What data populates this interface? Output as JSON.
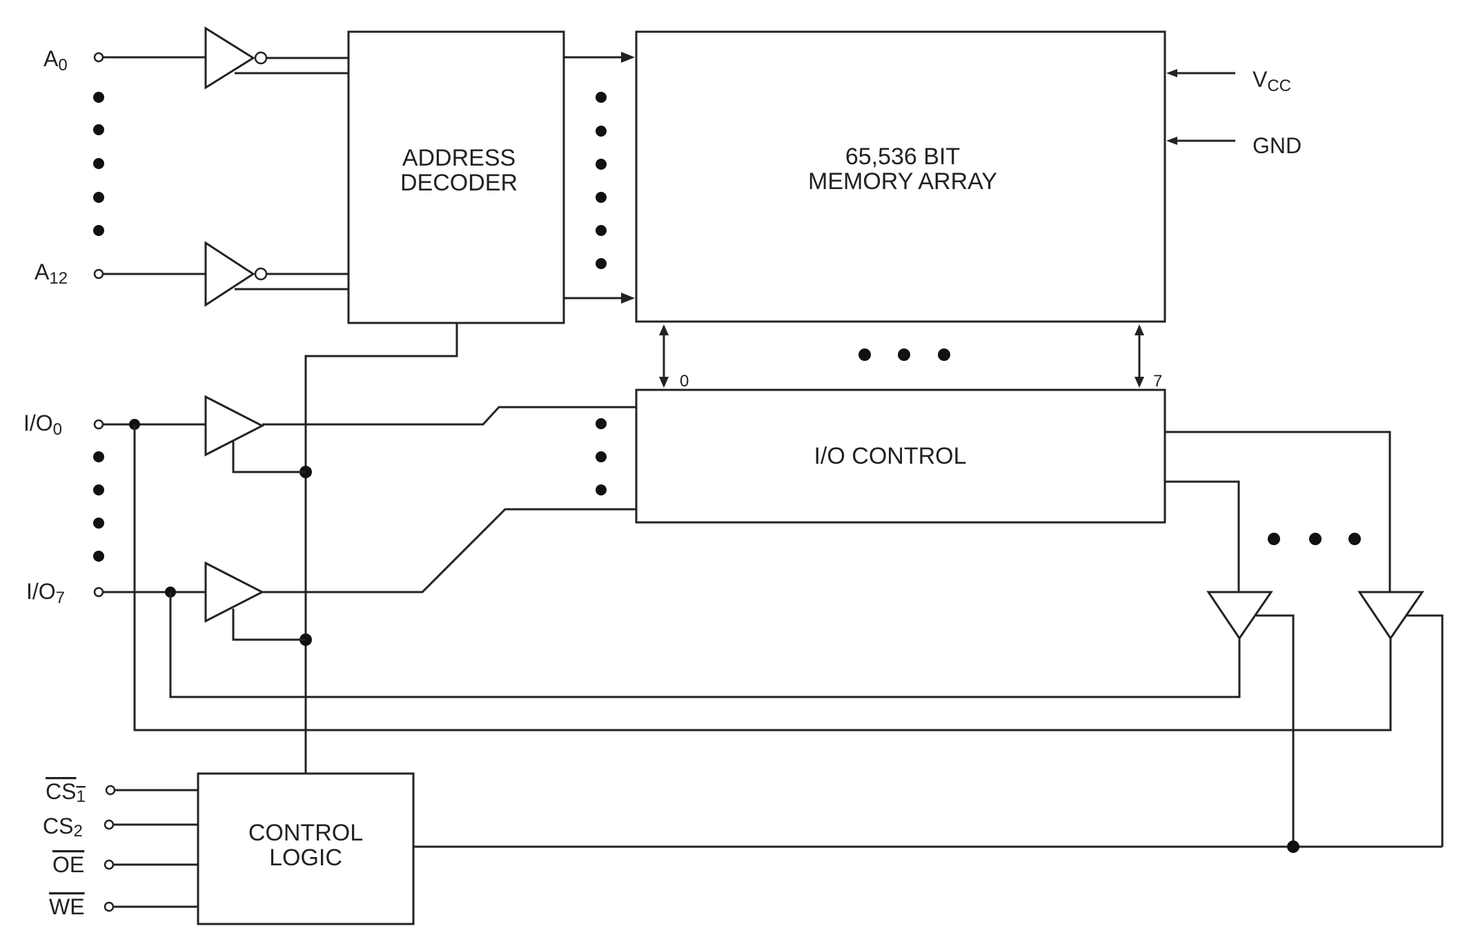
{
  "blocks": {
    "address_decoder": [
      "ADDRESS",
      "DECODER"
    ],
    "memory_array": [
      "65,536 BIT",
      "MEMORY ARRAY"
    ],
    "io_control": "I/O CONTROL",
    "control_logic": [
      "CONTROL",
      "LOGIC"
    ]
  },
  "power": {
    "vcc": {
      "main": "V",
      "sub": "CC"
    },
    "gnd": "GND"
  },
  "address_pins": {
    "first": {
      "main": "A",
      "sub": "0"
    },
    "last": {
      "main": "A",
      "sub": "12"
    }
  },
  "io_pins": {
    "first": {
      "main": "I/O",
      "sub": "0"
    },
    "last": {
      "main": "I/O",
      "sub": "7"
    }
  },
  "control_pins": {
    "cs1": {
      "main": "CS",
      "sub": "1"
    },
    "cs2": {
      "main": "CS",
      "sub": "2"
    },
    "oe": "OE",
    "we": "WE"
  },
  "bus_labels": {
    "bit0": "0",
    "bit7": "7"
  }
}
